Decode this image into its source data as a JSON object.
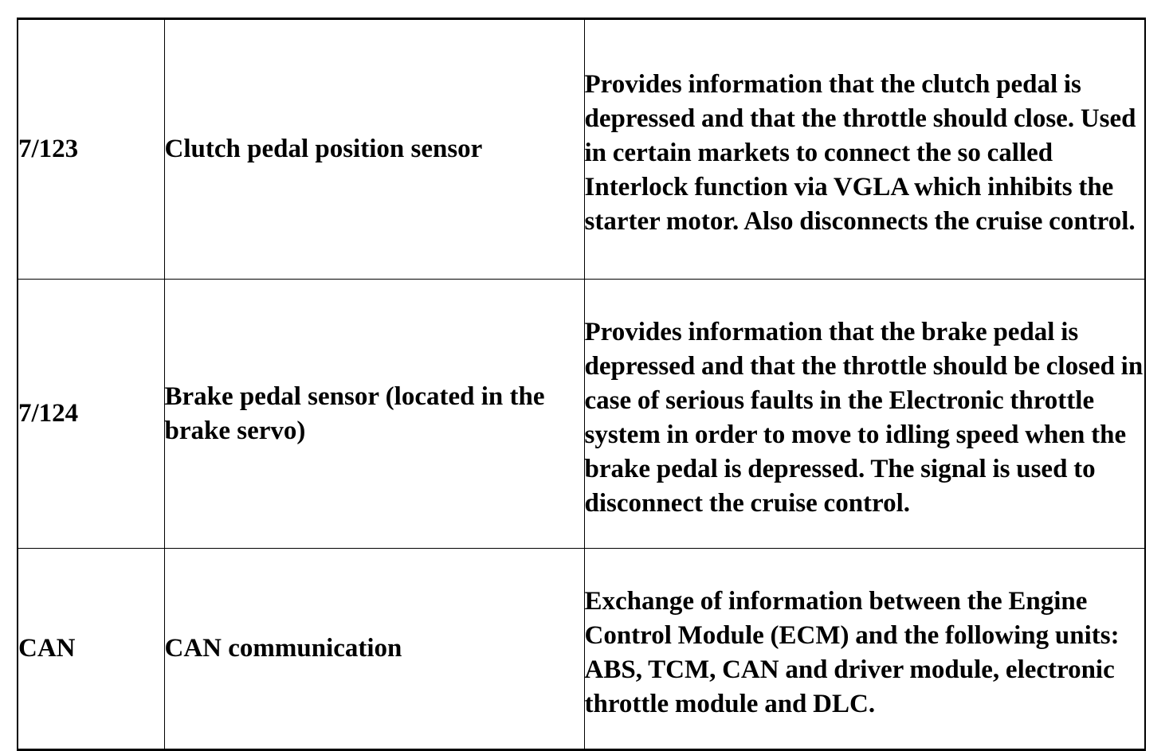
{
  "document": {
    "kind": "scanned-table",
    "background_color": "#ffffff",
    "text_color": "#000000",
    "border_color": "#000000"
  },
  "table": {
    "columns": [
      {
        "key": "code",
        "header": ""
      },
      {
        "key": "name",
        "header": ""
      },
      {
        "key": "description",
        "header": ""
      }
    ],
    "rows": [
      {
        "code": "7/123",
        "name": "Clutch pedal position sensor",
        "description": "Provides information that the clutch pedal is depressed and that the throttle should close. Used in certain markets to connect the so called Interlock function via VGLA which inhibits the starter motor. Also disconnects the cruise control."
      },
      {
        "code": "7/124",
        "name": "Brake pedal sensor (located in the brake servo)",
        "description": "Provides information that the brake pedal is depressed and that the throttle should be closed in case of serious faults in the Electronic throttle system in order to move to idling speed when the brake pedal is depressed. The signal is used to disconnect the cruise control."
      },
      {
        "code": "CAN",
        "name": "CAN communication",
        "description": "Exchange of information between the Engine Control Module (ECM) and the following units: ABS, TCM, CAN and driver module, electronic throttle module and DLC."
      }
    ]
  }
}
